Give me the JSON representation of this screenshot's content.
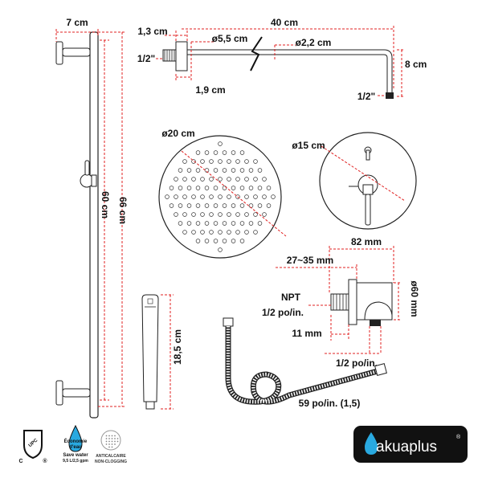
{
  "dimensions": {
    "rail_width": "7 cm",
    "rail_slide": "60 cm",
    "rail_total": "66 cm",
    "arm_wall_thickness": "1,3 cm",
    "arm_flange_diameter": "ø5,5 cm",
    "arm_length": "40 cm",
    "arm_pipe_diameter": "ø2,2 cm",
    "arm_drop": "8 cm",
    "arm_inlet_thread": "1/2\"",
    "arm_outlet_thread": "1/2\"",
    "arm_flange_depth": "1,9 cm",
    "head_diameter": "ø20 cm",
    "valve_plate_diameter": "ø15 cm",
    "elbow_width": "82 mm",
    "elbow_depth": "27~35 mm",
    "elbow_npt_label": "NPT",
    "elbow_npt_size": "1/2 po/in.",
    "elbow_diameter": "ø60 mm",
    "elbow_thread_length": "11 mm",
    "elbow_outlet": "1/2 po/in.",
    "handshower_length": "18,5 cm",
    "hose_length": "59 po/in. (1,5)"
  },
  "badges": {
    "upc_text": "UPC",
    "upc_c": "C",
    "upc_reg": "®",
    "water_line1": "Économie",
    "water_line2": "d'eau",
    "water_line3": "Save water",
    "water_line4": "9,5 L/2,5 gpm",
    "anticalcaire_line1": "ANTICALCAIRE",
    "anticalcaire_line2": "NON-CLOGGING"
  },
  "brand": {
    "name": "akuaplus",
    "reg": "®",
    "bg_color": "#111111",
    "accent_color": "#29a9e0"
  },
  "colors": {
    "dimension_line": "#e02020",
    "outline": "#222222"
  }
}
